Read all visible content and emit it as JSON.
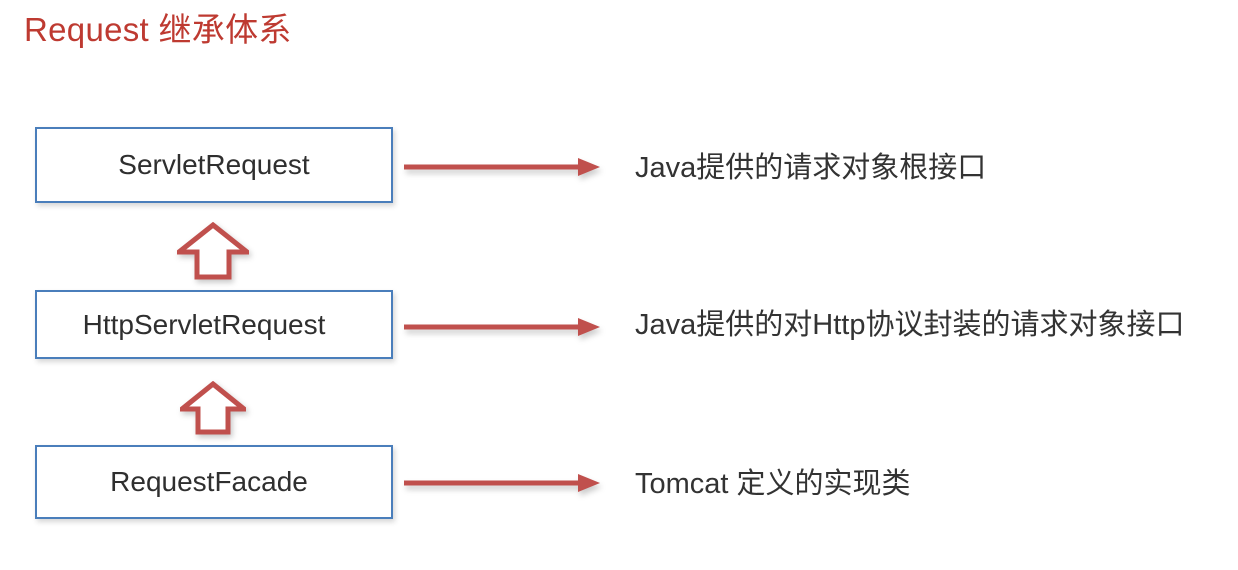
{
  "title": "Request 继承体系",
  "colors": {
    "title": "#be3a31",
    "box_border": "#4a7ebb",
    "arrow": "#c0504d",
    "text": "#333333",
    "background": "#ffffff"
  },
  "hierarchy": [
    {
      "class_name": "ServletRequest",
      "description": "Java提供的请求对象根接口",
      "arrow_icon": "right-arrow-icon"
    },
    {
      "class_name": "HttpServletRequest",
      "description": "Java提供的对Http协议封装的请求对象接口",
      "arrow_icon": "right-arrow-icon"
    },
    {
      "class_name": "RequestFacade",
      "description": "Tomcat 定义的实现类",
      "arrow_icon": "right-arrow-icon"
    }
  ],
  "inheritance_arrows": [
    {
      "icon": "hollow-up-arrow-icon",
      "from": "HttpServletRequest",
      "to": "ServletRequest"
    },
    {
      "icon": "hollow-up-arrow-icon",
      "from": "RequestFacade",
      "to": "HttpServletRequest"
    }
  ]
}
